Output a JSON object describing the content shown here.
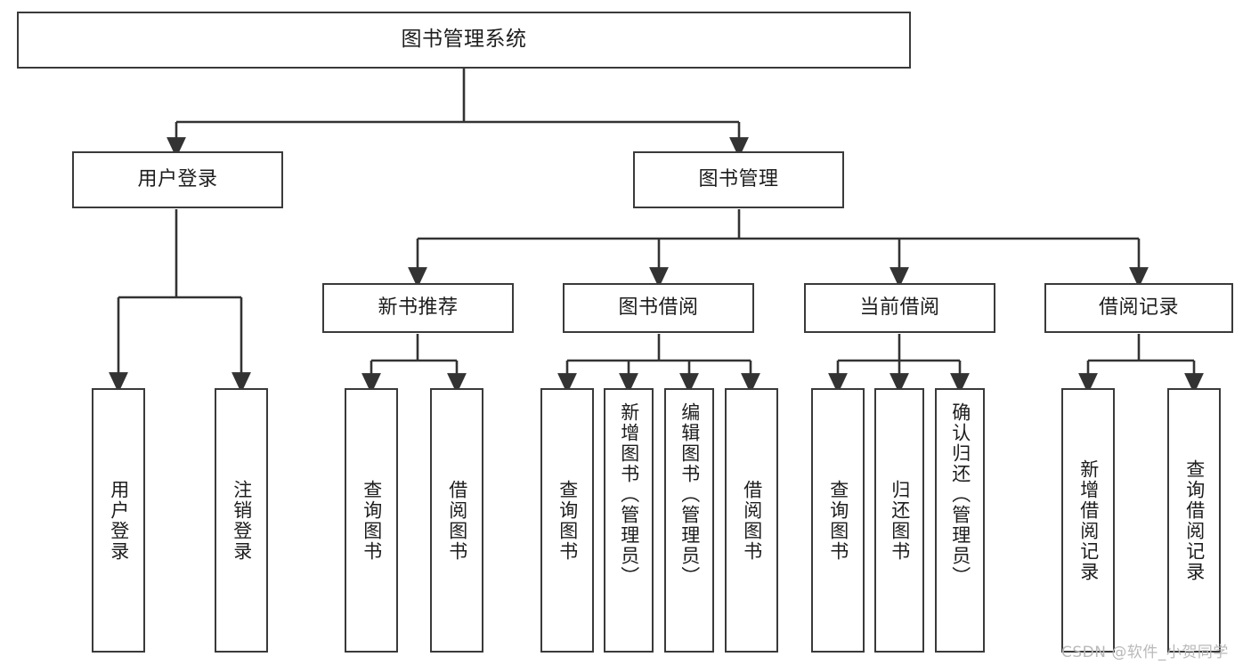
{
  "diagram": {
    "title": "图书管理系统",
    "type": "tree",
    "orientation": "top-down",
    "background_color": "#ffffff",
    "node_border_color": "#3a3a3a",
    "node_fill_color": "#ffffff",
    "edge_color": "#333333",
    "text_color": "#1d1d1d"
  },
  "nodes": {
    "root": {
      "label": "图书管理系统",
      "level": 1,
      "orientation": "horizontal"
    },
    "user_login": {
      "label": "用户登录",
      "level": 2,
      "orientation": "horizontal"
    },
    "book_manage": {
      "label": "图书管理",
      "level": 2,
      "orientation": "horizontal"
    },
    "new_book_rec": {
      "label": "新书推荐",
      "level": 3,
      "orientation": "horizontal"
    },
    "book_borrow": {
      "label": "图书借阅",
      "level": 3,
      "orientation": "horizontal"
    },
    "current_borrow": {
      "label": "当前借阅",
      "level": 3,
      "orientation": "horizontal"
    },
    "borrow_record": {
      "label": "借阅记录",
      "level": 3,
      "orientation": "horizontal"
    },
    "leaf_user_login": {
      "label": "用户登录",
      "level": 3,
      "orientation": "vertical"
    },
    "leaf_logout": {
      "label": "注销登录",
      "level": 3,
      "orientation": "vertical"
    },
    "leaf_query_book_1": {
      "label": "查询图书",
      "level": 4,
      "orientation": "vertical"
    },
    "leaf_borrow_book_1": {
      "label": "借阅图书",
      "level": 4,
      "orientation": "vertical"
    },
    "leaf_query_book_2": {
      "label": "查询图书",
      "level": 4,
      "orientation": "vertical"
    },
    "leaf_add_book": {
      "label": "新增图书（管理员）",
      "level": 4,
      "orientation": "vertical"
    },
    "leaf_edit_book": {
      "label": "编辑图书（管理员）",
      "level": 4,
      "orientation": "vertical"
    },
    "leaf_borrow_book_2": {
      "label": "借阅图书",
      "level": 4,
      "orientation": "vertical"
    },
    "leaf_query_book_3": {
      "label": "查询图书",
      "level": 4,
      "orientation": "vertical"
    },
    "leaf_return_book": {
      "label": "归还图书",
      "level": 4,
      "orientation": "vertical"
    },
    "leaf_confirm_return": {
      "label": "确认归还（管理员）",
      "level": 4,
      "orientation": "vertical"
    },
    "leaf_add_record": {
      "label": "新增借阅记录",
      "level": 4,
      "orientation": "vertical"
    },
    "leaf_query_record": {
      "label": "查询借阅记录",
      "level": 4,
      "orientation": "vertical"
    }
  },
  "edges": [
    {
      "from": "root",
      "to": "user_login"
    },
    {
      "from": "root",
      "to": "book_manage"
    },
    {
      "from": "user_login",
      "to": "leaf_user_login"
    },
    {
      "from": "user_login",
      "to": "leaf_logout"
    },
    {
      "from": "book_manage",
      "to": "new_book_rec"
    },
    {
      "from": "book_manage",
      "to": "book_borrow"
    },
    {
      "from": "book_manage",
      "to": "current_borrow"
    },
    {
      "from": "book_manage",
      "to": "borrow_record"
    },
    {
      "from": "new_book_rec",
      "to": "leaf_query_book_1"
    },
    {
      "from": "new_book_rec",
      "to": "leaf_borrow_book_1"
    },
    {
      "from": "book_borrow",
      "to": "leaf_query_book_2"
    },
    {
      "from": "book_borrow",
      "to": "leaf_add_book"
    },
    {
      "from": "book_borrow",
      "to": "leaf_edit_book"
    },
    {
      "from": "book_borrow",
      "to": "leaf_borrow_book_2"
    },
    {
      "from": "current_borrow",
      "to": "leaf_query_book_3"
    },
    {
      "from": "current_borrow",
      "to": "leaf_return_book"
    },
    {
      "from": "current_borrow",
      "to": "leaf_confirm_return"
    },
    {
      "from": "borrow_record",
      "to": "leaf_add_record"
    },
    {
      "from": "borrow_record",
      "to": "leaf_query_record"
    }
  ],
  "watermark": {
    "text": "CSDN @软件_小贺同学",
    "color": "#b9b9b9"
  }
}
